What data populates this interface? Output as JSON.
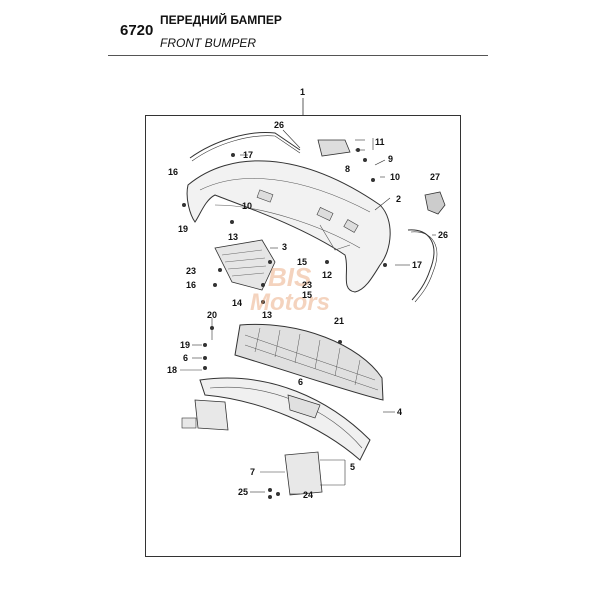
{
  "header": {
    "section_number": "6720",
    "title_ru": "ПЕРЕДНИЙ БАМПЕР",
    "title_en": "FRONT BUMPER"
  },
  "watermark": {
    "line1": "BIS",
    "line2": "Motors",
    "color": "#e8a070"
  },
  "callouts": {
    "c1": "1",
    "c2": "2",
    "c3": "3",
    "c4": "4",
    "c5": "5",
    "c6a": "6",
    "c6b": "6",
    "c7": "7",
    "c8": "8",
    "c9": "9",
    "c10a": "10",
    "c10b": "10",
    "c11": "11",
    "c12": "12",
    "c13a": "13",
    "c13b": "13",
    "c14": "14",
    "c15a": "15",
    "c15b": "15",
    "c16a": "16",
    "c16b": "16",
    "c17a": "17",
    "c17b": "17",
    "c18": "18",
    "c19a": "19",
    "c19b": "19",
    "c20": "20",
    "c21": "21",
    "c23a": "23",
    "c23b": "23",
    "c24": "24",
    "c25": "25",
    "c26a": "26",
    "c26b": "26",
    "c27": "27"
  }
}
